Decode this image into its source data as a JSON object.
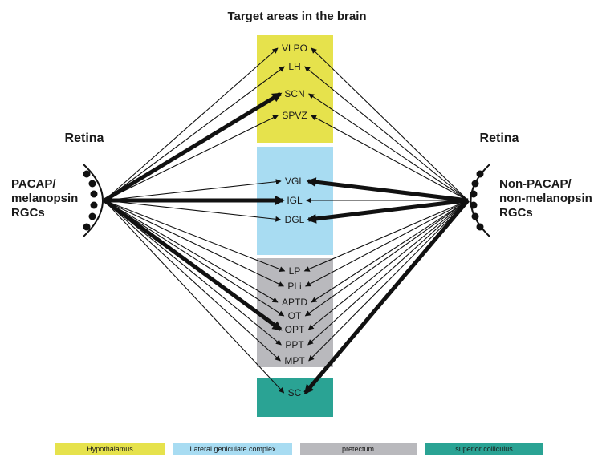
{
  "title": "Target areas in the brain",
  "left": {
    "heading": "Retina",
    "label_lines": [
      "PACAP/",
      "melanopsin",
      "RGCs"
    ]
  },
  "right": {
    "heading": "Retina",
    "label_lines": [
      "Non-PACAP/",
      "non-melanopsin",
      "RGCs"
    ]
  },
  "regions": [
    {
      "id": "hypothalamus",
      "color": "#e6e24c",
      "legend": "Hypothalamus",
      "targets": [
        "VLPO",
        "LH",
        "SCN",
        "SPVZ"
      ]
    },
    {
      "id": "lgn",
      "color": "#a8dcf2",
      "legend": "Lateral geniculate complex",
      "targets": [
        "VGL",
        "IGL",
        "DGL"
      ]
    },
    {
      "id": "pretectum",
      "color": "#b9b9bd",
      "legend": "pretectum",
      "targets": [
        "LP",
        "PLi",
        "APTD",
        "OT",
        "OPT",
        "PPT",
        "MPT"
      ]
    },
    {
      "id": "superior-colliculus",
      "color": "#2aa394",
      "legend": "superior colliculus",
      "targets": [
        "SC"
      ]
    }
  ],
  "projections": {
    "left": {
      "thick": [
        "SCN",
        "IGL",
        "OPT"
      ],
      "thin": [
        "VLPO",
        "LH",
        "SPVZ",
        "VGL",
        "DGL",
        "LP",
        "PLi",
        "APTD",
        "OT",
        "PPT",
        "MPT",
        "SC"
      ]
    },
    "right": {
      "thick": [
        "VGL",
        "DGL",
        "SC"
      ],
      "thin": [
        "VLPO",
        "LH",
        "SCN",
        "SPVZ",
        "IGL",
        "LP",
        "PLi",
        "APTD",
        "OT",
        "OPT",
        "PPT",
        "MPT"
      ]
    }
  }
}
